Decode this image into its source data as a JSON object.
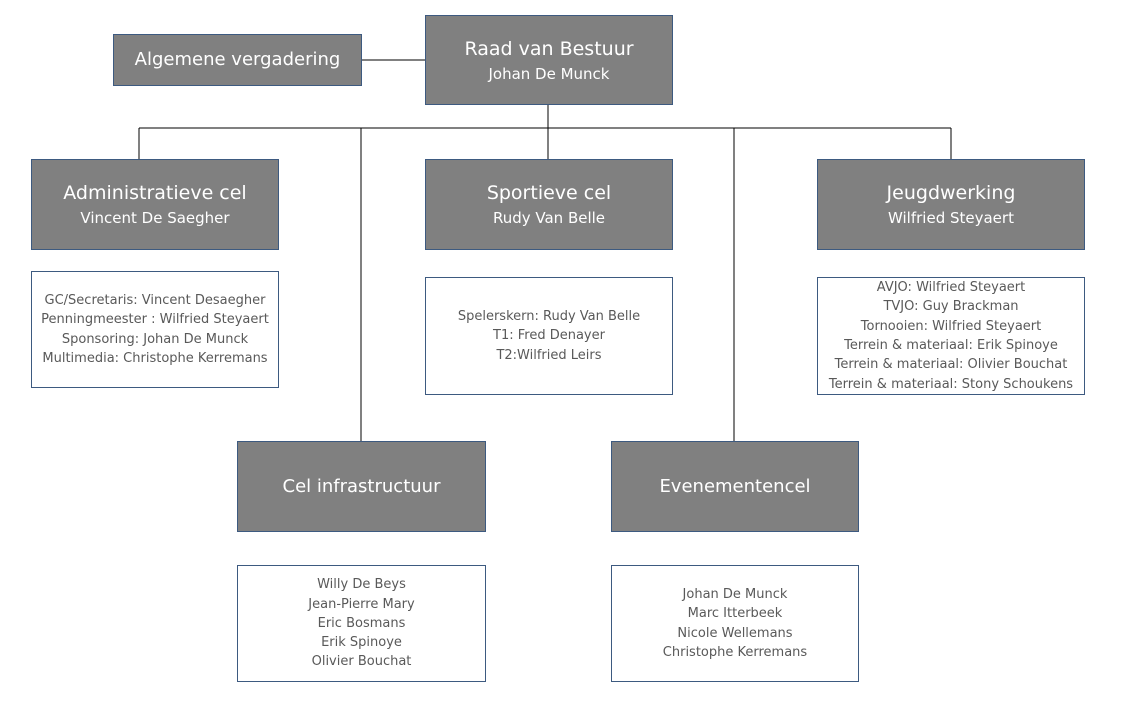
{
  "algemene": {
    "title": "Algemene vergadering"
  },
  "raad": {
    "title": "Raad van Bestuur",
    "person": "Johan De Munck"
  },
  "administratief": {
    "title": "Administratieve cel",
    "person": "Vincent De Saegher",
    "members": [
      "GC/Secretaris: Vincent Desaegher",
      "Penningmeester : Wilfried Steyaert",
      "Sponsoring: Johan De Munck",
      "Multimedia: Christophe Kerremans"
    ]
  },
  "sportief": {
    "title": "Sportieve cel",
    "person": "Rudy Van Belle",
    "members": [
      "Spelerskern: Rudy Van Belle",
      "T1: Fred Denayer",
      "T2:Wilfried Leirs"
    ]
  },
  "jeugd": {
    "title": "Jeugdwerking",
    "person": "Wilfried Steyaert",
    "members": [
      "AVJO: Wilfried Steyaert",
      "TVJO: Guy Brackman",
      "Tornooien: Wilfried Steyaert",
      "Terrein & materiaal: Erik Spinoye",
      "Terrein & materiaal: Olivier Bouchat",
      "Terrein & materiaal: Stony Schoukens"
    ]
  },
  "infrastructuur": {
    "title": "Cel infrastructuur",
    "members": [
      "Willy De Beys",
      "Jean-Pierre Mary",
      "Eric Bosmans",
      "Erik Spinoye",
      "Olivier Bouchat"
    ]
  },
  "evenementen": {
    "title": "Evenementencel",
    "members": [
      "Johan De Munck",
      "Marc Itterbeek",
      "Nicole Wellemans",
      "Christophe Kerremans"
    ]
  },
  "colors": {
    "box_fill": "#808080",
    "box_border": "#3d5a80",
    "connector": "#000000",
    "list_text": "#595959"
  }
}
